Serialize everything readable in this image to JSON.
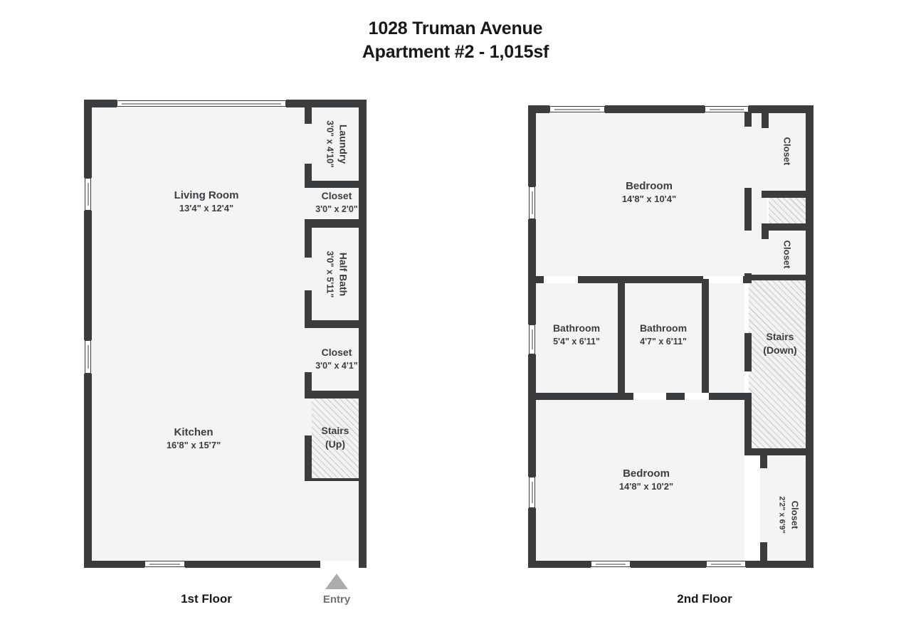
{
  "title": {
    "line1": "1028 Truman Avenue",
    "line2": "Apartment #2 - 1,015sf"
  },
  "colors": {
    "wall": "#3a3c3e",
    "room_fill": "#f4f4f4",
    "text": "#3b3d40",
    "title_text": "#17181a",
    "entry_arrow": "#aaacae",
    "entry_text": "#6f7174",
    "hatch_line": "#cccccc"
  },
  "floor1": {
    "caption": "1st Floor",
    "rooms": [
      {
        "name": "Living Room",
        "dims": "13'4\" x 12'4\""
      },
      {
        "name": "Kitchen",
        "dims": "16'8\" x 15'7\""
      },
      {
        "name": "Laundry",
        "dims": "3'0\" x 4'10\""
      },
      {
        "name": "Closet",
        "dims": "3'0\" x 2'0\""
      },
      {
        "name": "Half Bath",
        "dims": "3'0\" x 5'11\""
      },
      {
        "name": "Closet",
        "dims": "3'0\" x 4'1\""
      },
      {
        "name": "Stairs",
        "dims": "(Up)"
      }
    ]
  },
  "floor2": {
    "caption": "2nd Floor",
    "rooms": [
      {
        "name": "Bedroom",
        "dims": "14'8\" x 10'4\""
      },
      {
        "name": "Closet",
        "dims": ""
      },
      {
        "name": "Closet",
        "dims": ""
      },
      {
        "name": "Bathroom",
        "dims": "5'4\" x 6'11\""
      },
      {
        "name": "Bathroom",
        "dims": "4'7\" x 6'11\""
      },
      {
        "name": "Stairs",
        "dims": "(Down)"
      },
      {
        "name": "Bedroom",
        "dims": "14'8\" x 10'2\""
      },
      {
        "name": "Closet",
        "dims": "2'2\" x 6'9\""
      }
    ]
  },
  "entry": {
    "label": "Entry",
    "icon": "triangle-up-icon"
  }
}
